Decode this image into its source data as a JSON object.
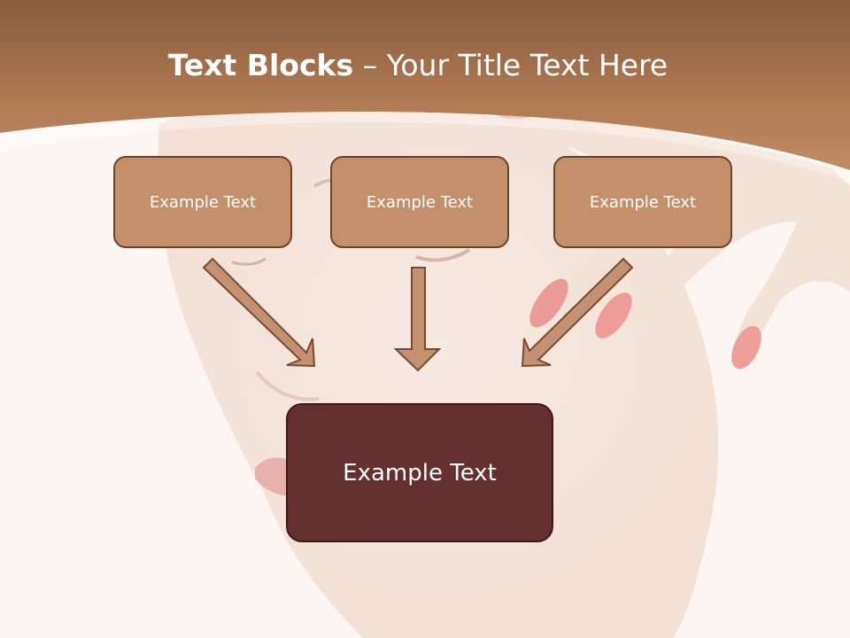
{
  "slide": {
    "title_bold": "Text Blocks",
    "title_dash": " – ",
    "title_rest": "Your Title Text Here"
  },
  "blocks": [
    {
      "label": "Example Text"
    },
    {
      "label": "Example Text"
    },
    {
      "label": "Example Text"
    }
  ],
  "main_block": {
    "label": "Example Text"
  },
  "colors": {
    "header_brown": "#a86f49",
    "block_fill": "#c48f6b",
    "main_fill": "#663031",
    "arrow_fill": "#c49272"
  }
}
